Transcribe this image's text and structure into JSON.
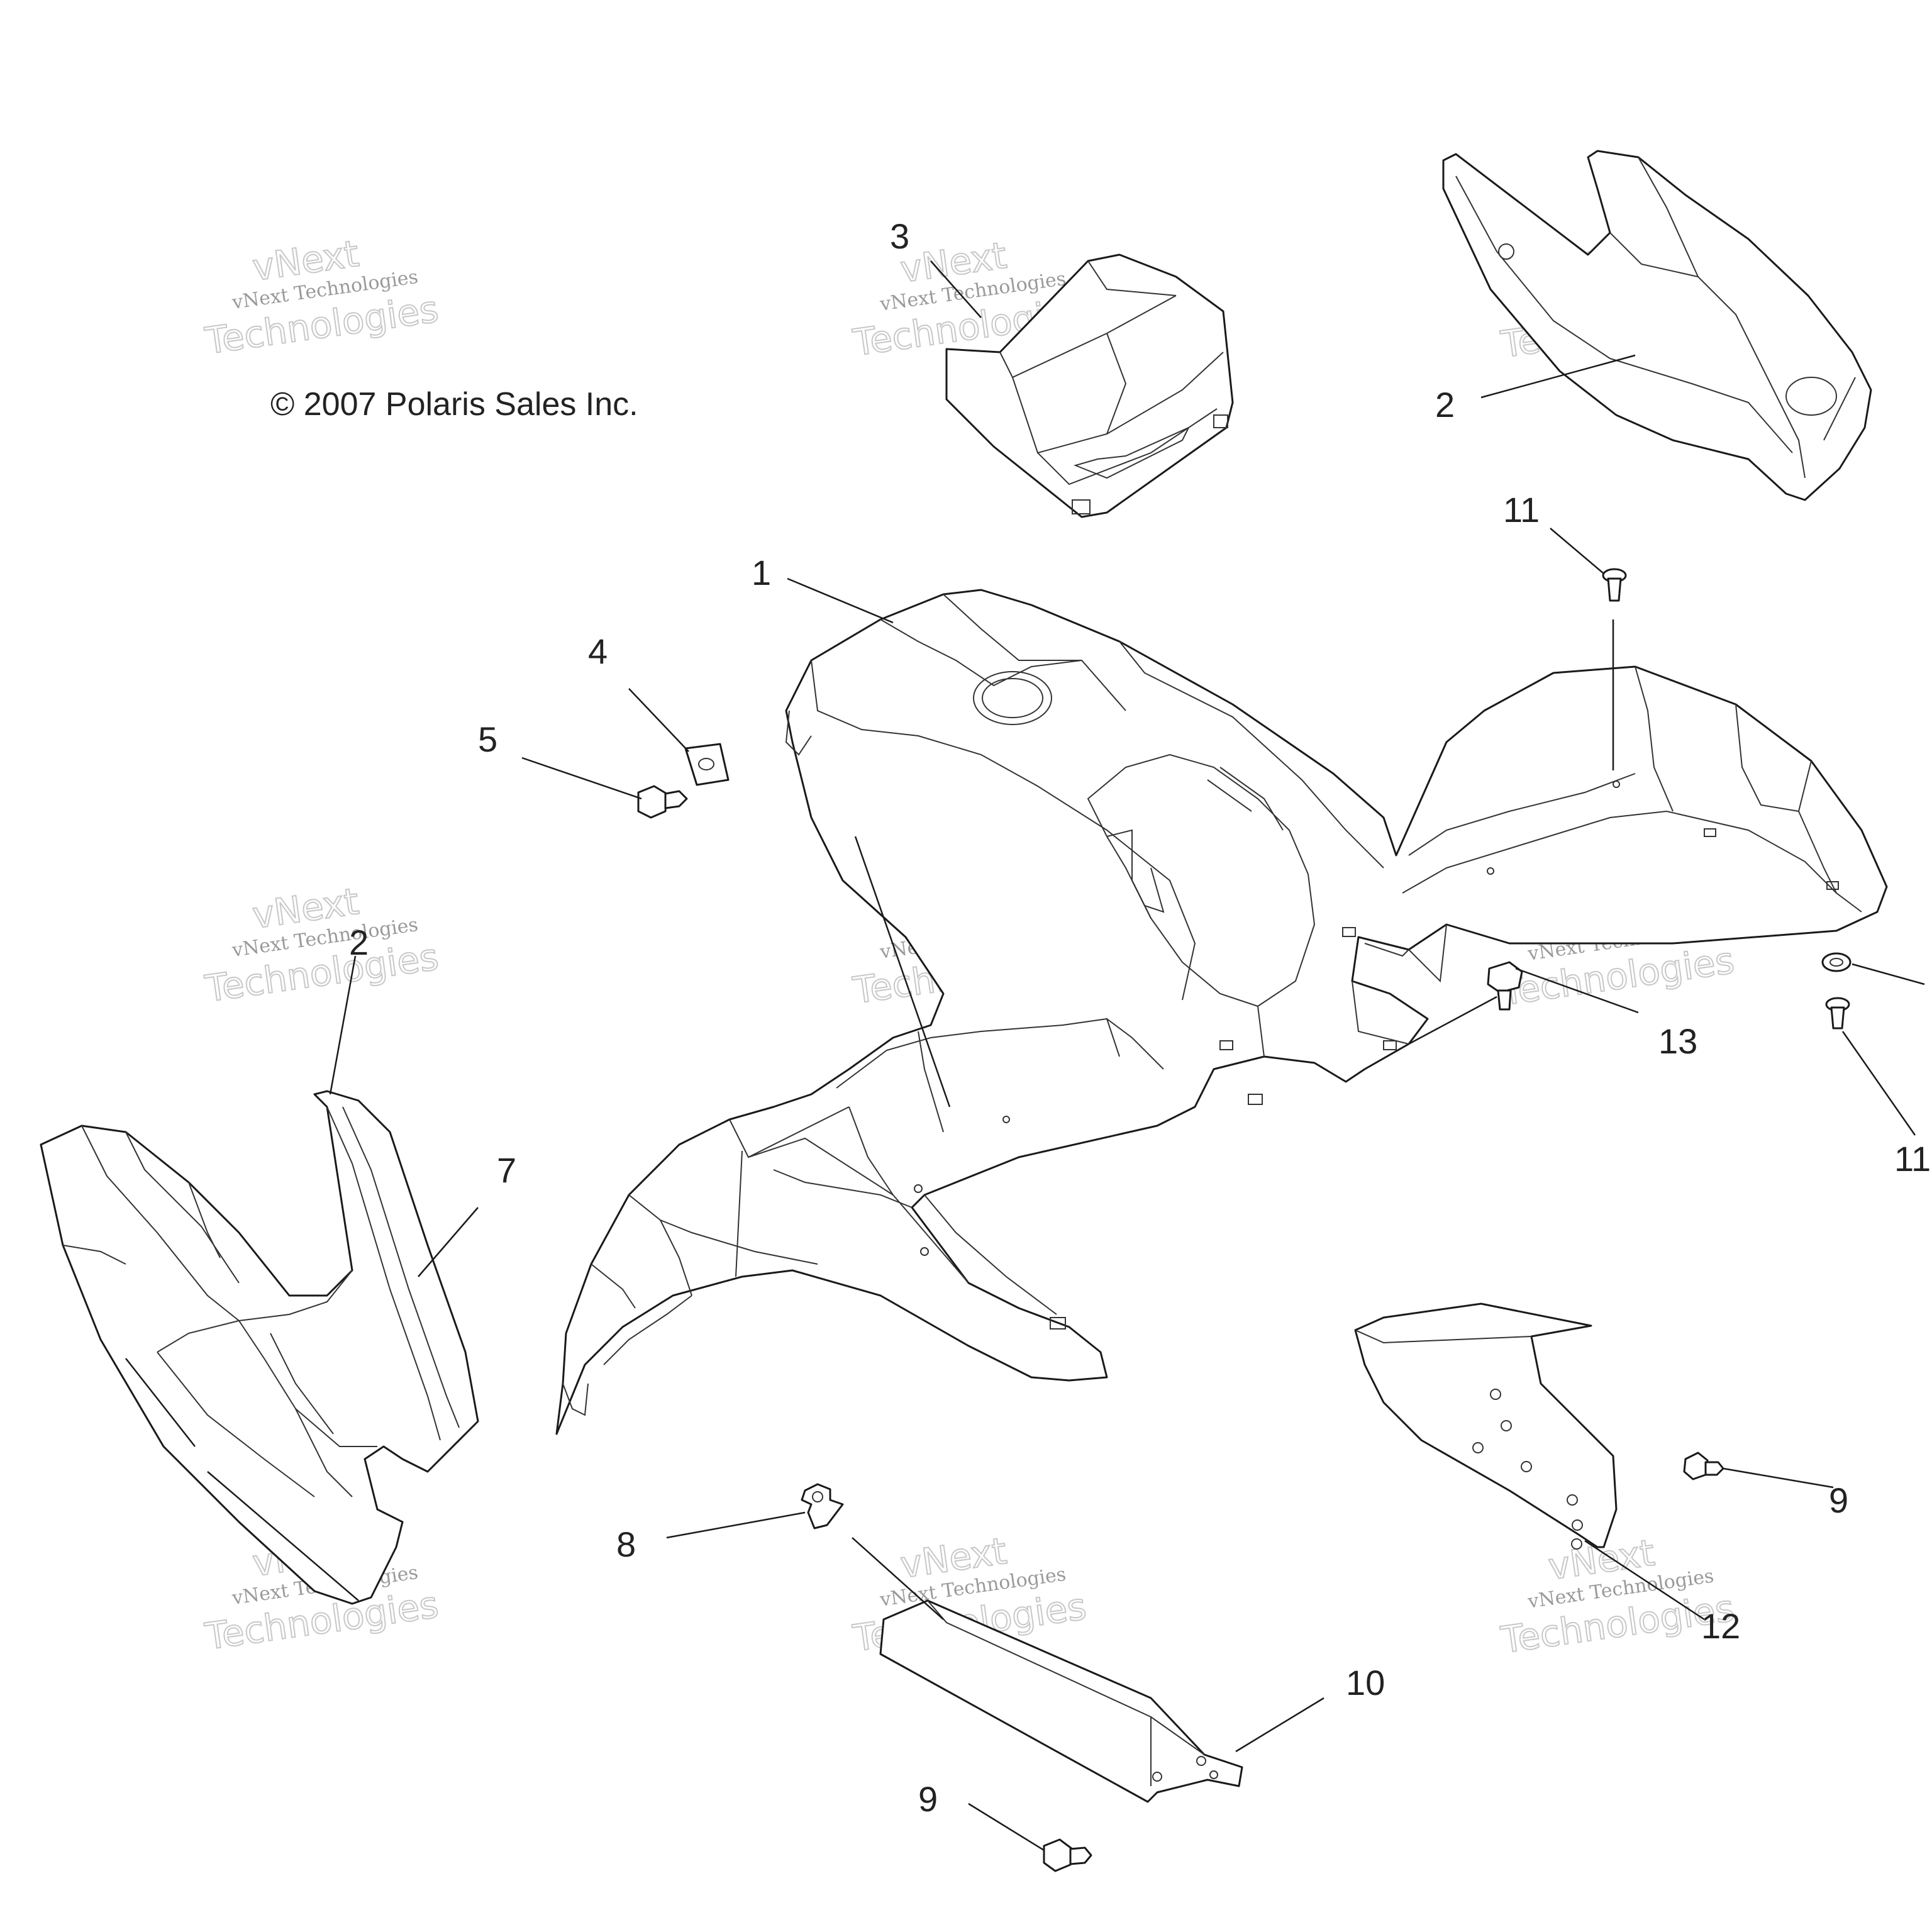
{
  "copyright": "© 2007 Polaris Sales Inc.",
  "watermark": {
    "line1": "vNext",
    "line2": "vNext Technologies",
    "line3": "Technologies"
  },
  "callouts": {
    "c1": "1",
    "c2a": "2",
    "c2b": "2",
    "c3": "3",
    "c4": "4",
    "c5": "5",
    "c7": "7",
    "c8": "8",
    "c9a": "9",
    "c9b": "9",
    "c10": "10",
    "c11a": "11",
    "c11b": "11",
    "c12": "12",
    "c13": "13"
  },
  "colors": {
    "line": "#1a1a1a",
    "watermark": "#c8c8c8",
    "background": "#ffffff"
  }
}
